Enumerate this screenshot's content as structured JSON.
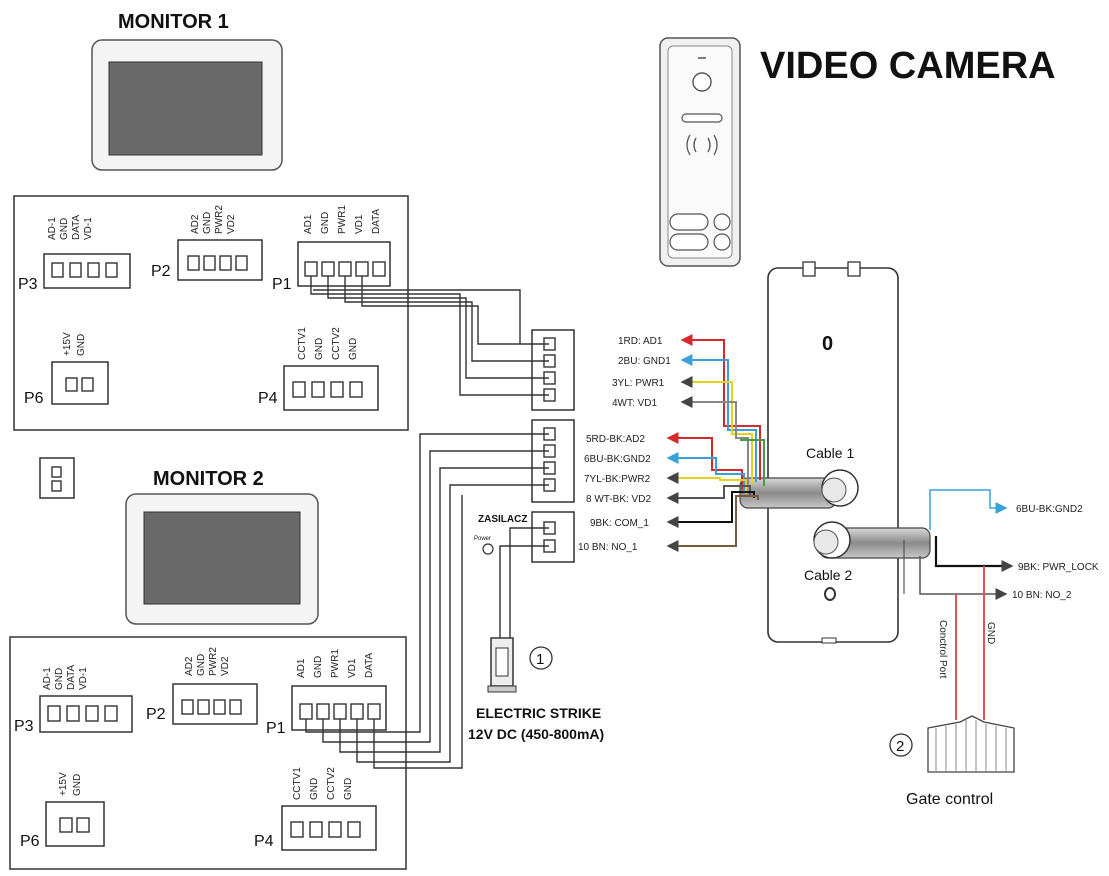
{
  "titles": {
    "monitor1": "MONITOR 1",
    "monitor2": "MONITOR 2",
    "camera": "VIDEO CAMERA"
  },
  "monitor1_ports": {
    "p3": {
      "label": "P3",
      "pins": [
        "AD-1",
        "GND",
        "DATA",
        "VD-1"
      ]
    },
    "p2": {
      "label": "P2",
      "pins": [
        "AD2",
        "GND",
        "PWR2",
        "VD2"
      ]
    },
    "p1": {
      "label": "P1",
      "pins": [
        "AD1",
        "GND",
        "PWR1",
        "VD1",
        "DATA"
      ]
    },
    "p6": {
      "label": "P6",
      "pins": [
        "+15V",
        "GND"
      ]
    },
    "p4": {
      "label": "P4",
      "pins": [
        "CCTV1",
        "GND",
        "CCTV2",
        "GND"
      ]
    }
  },
  "monitor2_ports": {
    "p3": {
      "label": "P3",
      "pins": [
        "AD-1",
        "GND",
        "DATA",
        "VD-1"
      ]
    },
    "p2": {
      "label": "P2",
      "pins": [
        "AD2",
        "GND",
        "PWR2",
        "VD2"
      ]
    },
    "p1": {
      "label": "P1",
      "pins": [
        "AD1",
        "GND",
        "PWR1",
        "VD1",
        "DATA"
      ]
    },
    "p6": {
      "label": "P6",
      "pins": [
        "+15V",
        "GND"
      ]
    },
    "p4": {
      "label": "P4",
      "pins": [
        "CCTV1",
        "GND",
        "CCTV2",
        "GND"
      ]
    }
  },
  "cable1_wires": [
    "1RD: AD1",
    "2BU: GND1",
    "3YL: PWR1",
    "4WT: VD1",
    "5RD-BK:AD2",
    "6BU-BK:GND2",
    "7YL-BK:PWR2",
    "8 WT-BK: VD2",
    "9BK: COM_1",
    "10 BN: NO_1"
  ],
  "cable2_wires": [
    "6BU-BK:GND2",
    "9BK: PWR_LOCK",
    "10 BN: NO_2"
  ],
  "labels": {
    "zasilacz": "ZASILACZ",
    "power": "Power",
    "cable1": "Cable 1",
    "cable2": "Cable 2",
    "circle1": "1",
    "circle2": "2",
    "strike_line1": "ELECTRIC STRIKE",
    "strike_line2": "12V DC (450-800mA)",
    "control_port": "Conctrol Port",
    "gnd": "GND",
    "gate_control": "Gate control",
    "camera_badge": "0"
  },
  "colors": {
    "red": "#d42a2a",
    "blue": "#3aa0d8",
    "yellow": "#e6d21a",
    "gray": "#888888",
    "black": "#111111",
    "brown": "#7a5a3a",
    "green": "#4a9a4a",
    "pink_wire": "#e05555"
  }
}
